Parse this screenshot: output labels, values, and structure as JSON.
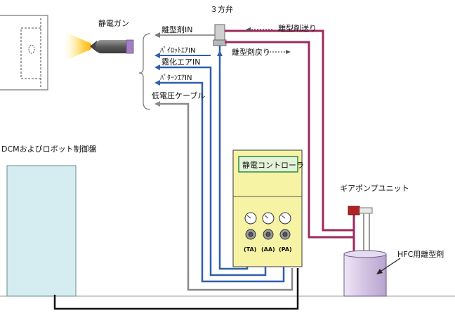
{
  "labels": {
    "gun": "静電ガン",
    "valve": "３方弁",
    "release_in": "離型剤IN",
    "release_feed": "離型剤送り",
    "release_return": "離型剤戻り",
    "pilot_air": "ﾊﾟｲﾛｯﾄｴｱIN",
    "atomize_air": "霧化エアIN",
    "pattern_air": "ﾊﾟﾀｰﾝｴｱIN",
    "low_voltage_cable": "低電圧ケーブル",
    "dcm_panel": "DCMおよびロボット制御盤",
    "controller": "静電コントローラ",
    "gauge_ta": "(TA)",
    "gauge_aa": "(AA)",
    "gauge_pa": "(PA)",
    "gear_pump": "ギアポンプユニット",
    "hfc_tank": "HFC用離型剤"
  },
  "colors": {
    "release_line": "#9c2a5e",
    "air_line": "#2f5fae",
    "cable_gray": "#8a8a8a",
    "cable_black": "#111111",
    "controller_body": "#f7f3a4",
    "controller_title_bg": "#e4f3d8",
    "controller_title_border": "#2f8a4a",
    "panel_fill": "#d5edf0",
    "tank_fill": "#dccfe8"
  }
}
